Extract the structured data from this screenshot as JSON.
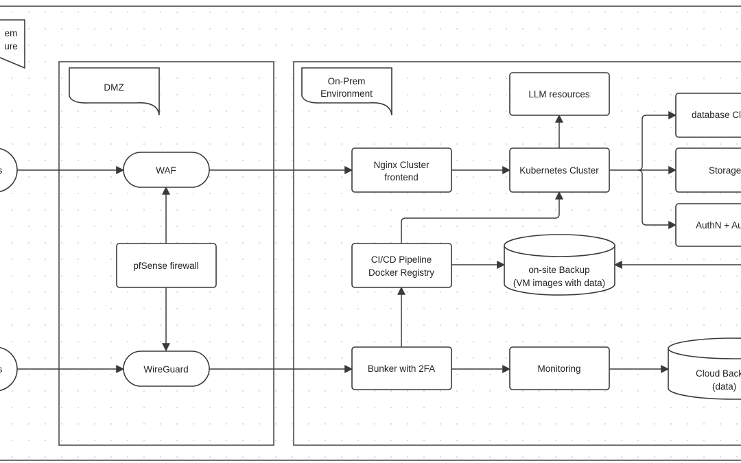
{
  "labels": {
    "onprem_infra_line1": "em",
    "onprem_infra_line2": "ure",
    "dmz": "DMZ",
    "onprem_env_line1": "On-Prem",
    "onprem_env_line2": "Environment"
  },
  "nodes": {
    "users_top": "s",
    "users_bottom": "s",
    "waf": "WAF",
    "pfsense": "pfSense firewall",
    "wireguard": "WireGuard",
    "nginx_line1": "Nginx Cluster",
    "nginx_line2": "frontend",
    "llm": "LLM resources",
    "kubernetes": "Kubernetes Cluster",
    "database": "database Clu",
    "storage": "Storage",
    "authn": "AuthN + Au",
    "cicd_line1": "CI/CD Pipeline",
    "cicd_line2": "Docker Registry",
    "onsite_backup_line1": "on-site Backup",
    "onsite_backup_line2": "(VM images with data)",
    "bunker": "Bunker with 2FA",
    "monitoring": "Monitoring",
    "cloud_backup_line1": "Cloud Back",
    "cloud_backup_line2": "(data)"
  },
  "colors": {
    "stroke": "#3a3a3a",
    "fill": "#ffffff",
    "text": "#222222",
    "grid_dot": "#d6d6d6"
  }
}
